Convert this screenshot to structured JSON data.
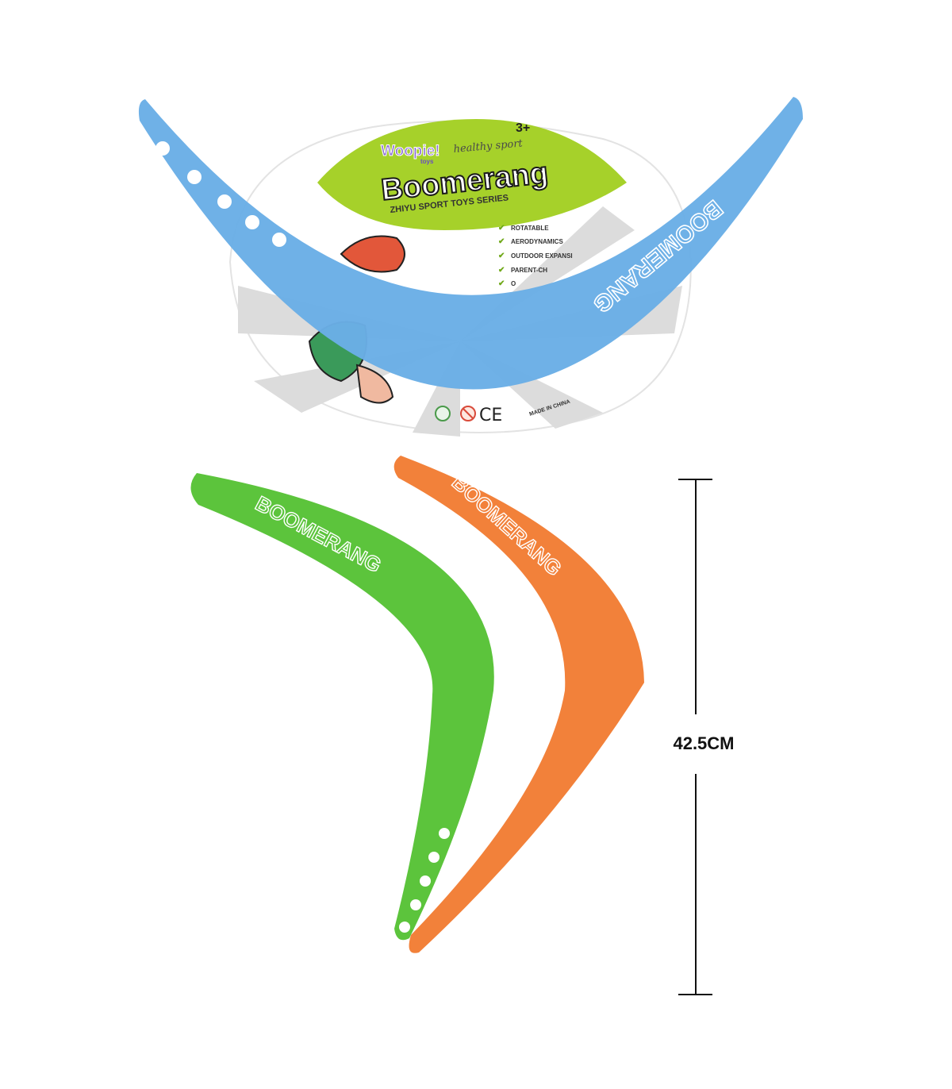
{
  "packaging": {
    "brand": "Woopie!",
    "brand_sub": "toys",
    "tagline": "healthy sport",
    "age": "3+",
    "product_name": "Boomerang",
    "series": "ZHIYU SPORT TOYS SERIES",
    "features": [
      "ROTATABLE",
      "AERODYNAMICS",
      "OUTDOOR EXPANSI",
      "PARENT-CH",
      "O"
    ],
    "ce_mark": "CE",
    "origin": "MADE IN CHINA"
  },
  "products": [
    {
      "color_name": "blue",
      "color": "#6aaee6",
      "print": "BOOMERANG"
    },
    {
      "color_name": "green",
      "color": "#5cc43c",
      "print": "BOOMERANG"
    },
    {
      "color_name": "orange",
      "color": "#f2813a",
      "print": "BOOMERANG"
    }
  ],
  "dimension": {
    "label": "42.5CM"
  },
  "colors": {
    "card_green": "#a6d12a",
    "card_gray": "#d9d9d9"
  }
}
